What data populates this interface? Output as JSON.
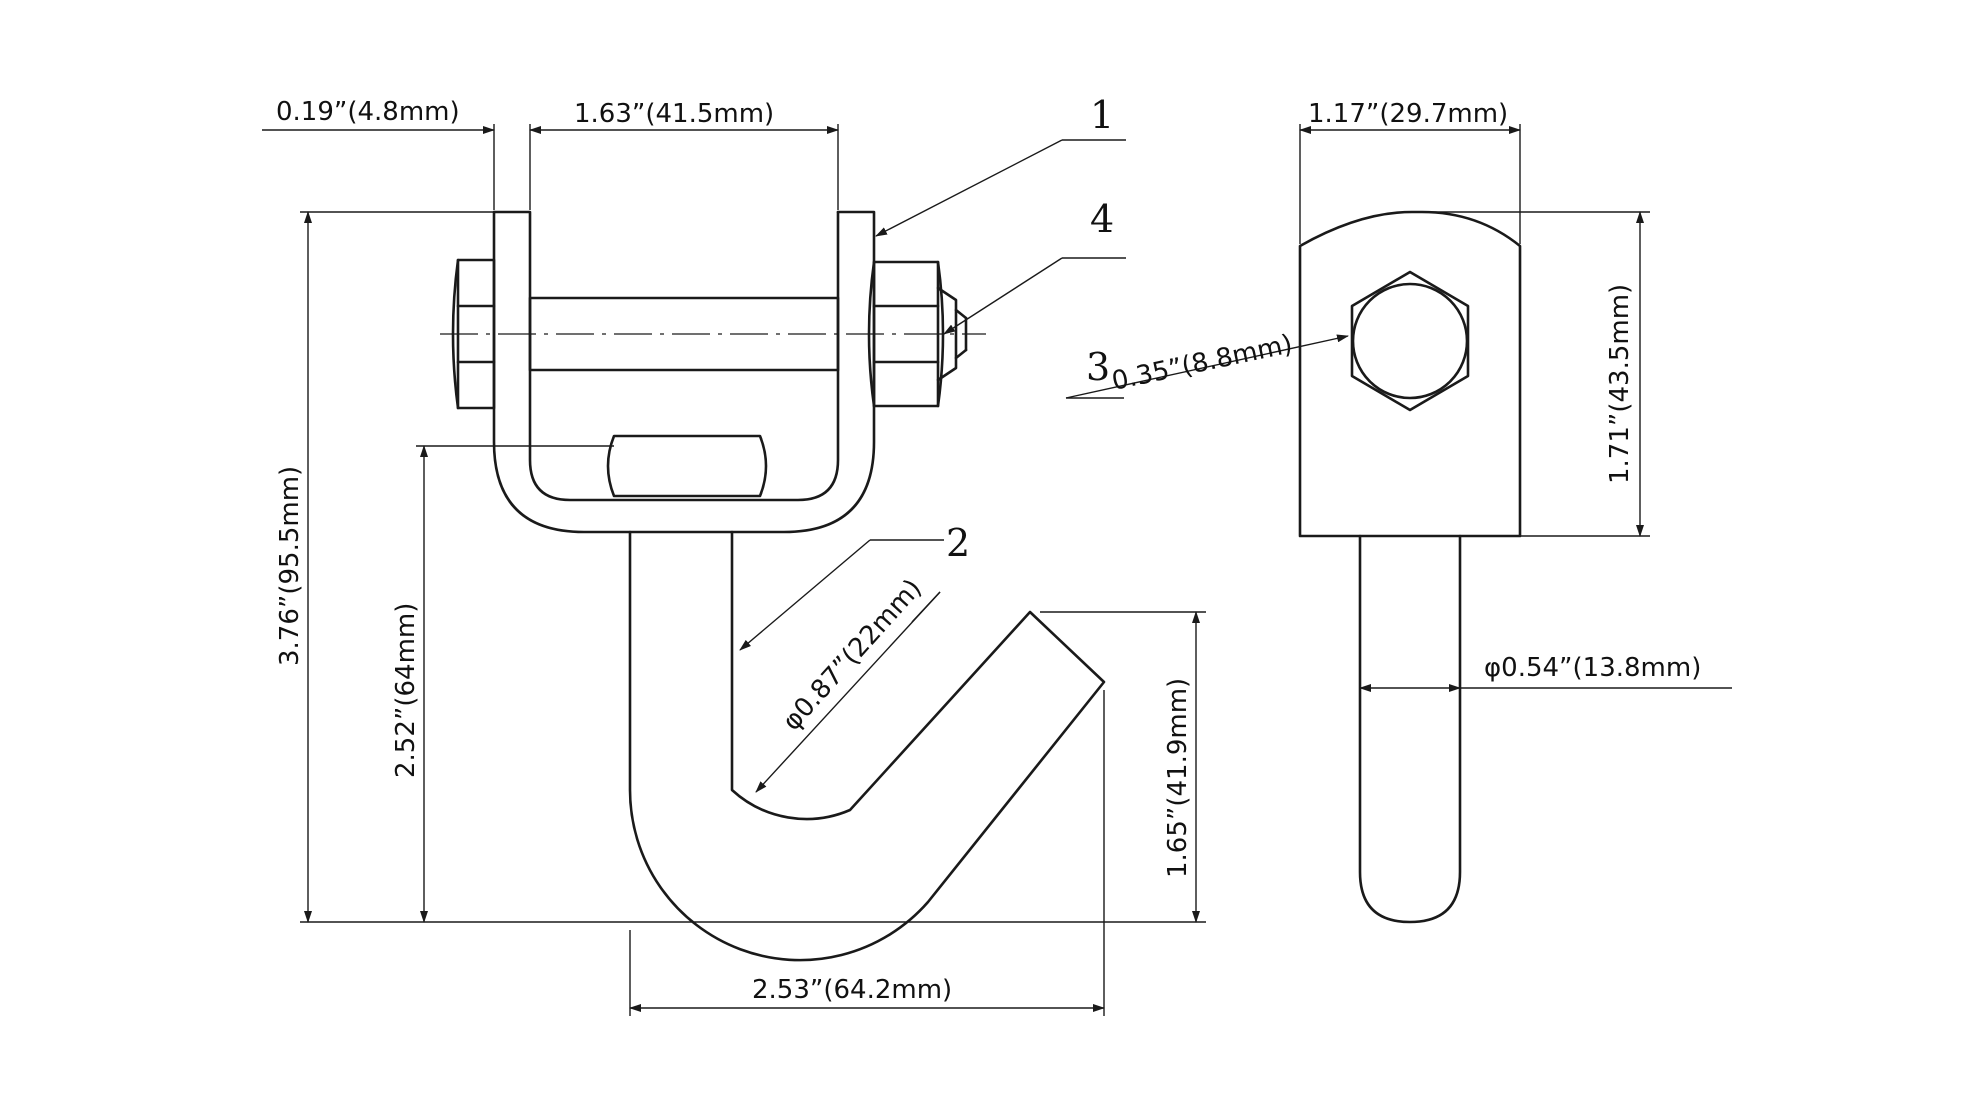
{
  "dimensions": {
    "flange_thickness": "0.19”(4.8mm)",
    "inner_width": "1.63”(41.5mm)",
    "side_width": "1.17”(29.7mm)",
    "nut_size": "0.35”(8.8mm)",
    "bracket_height": "1.71”(43.5mm)",
    "total_height": "3.76”(95.5mm)",
    "hook_height": "2.52”(64mm)",
    "hook_inner_dia": "φ0.87”(22mm)",
    "hook_tip_height": "1.65”(41.9mm)",
    "hook_width": "2.53”(64.2mm)",
    "rod_dia": "φ0.54”(13.8mm)"
  },
  "balloons": {
    "b1": "1",
    "b2": "2",
    "b3": "3",
    "b4": "4"
  }
}
